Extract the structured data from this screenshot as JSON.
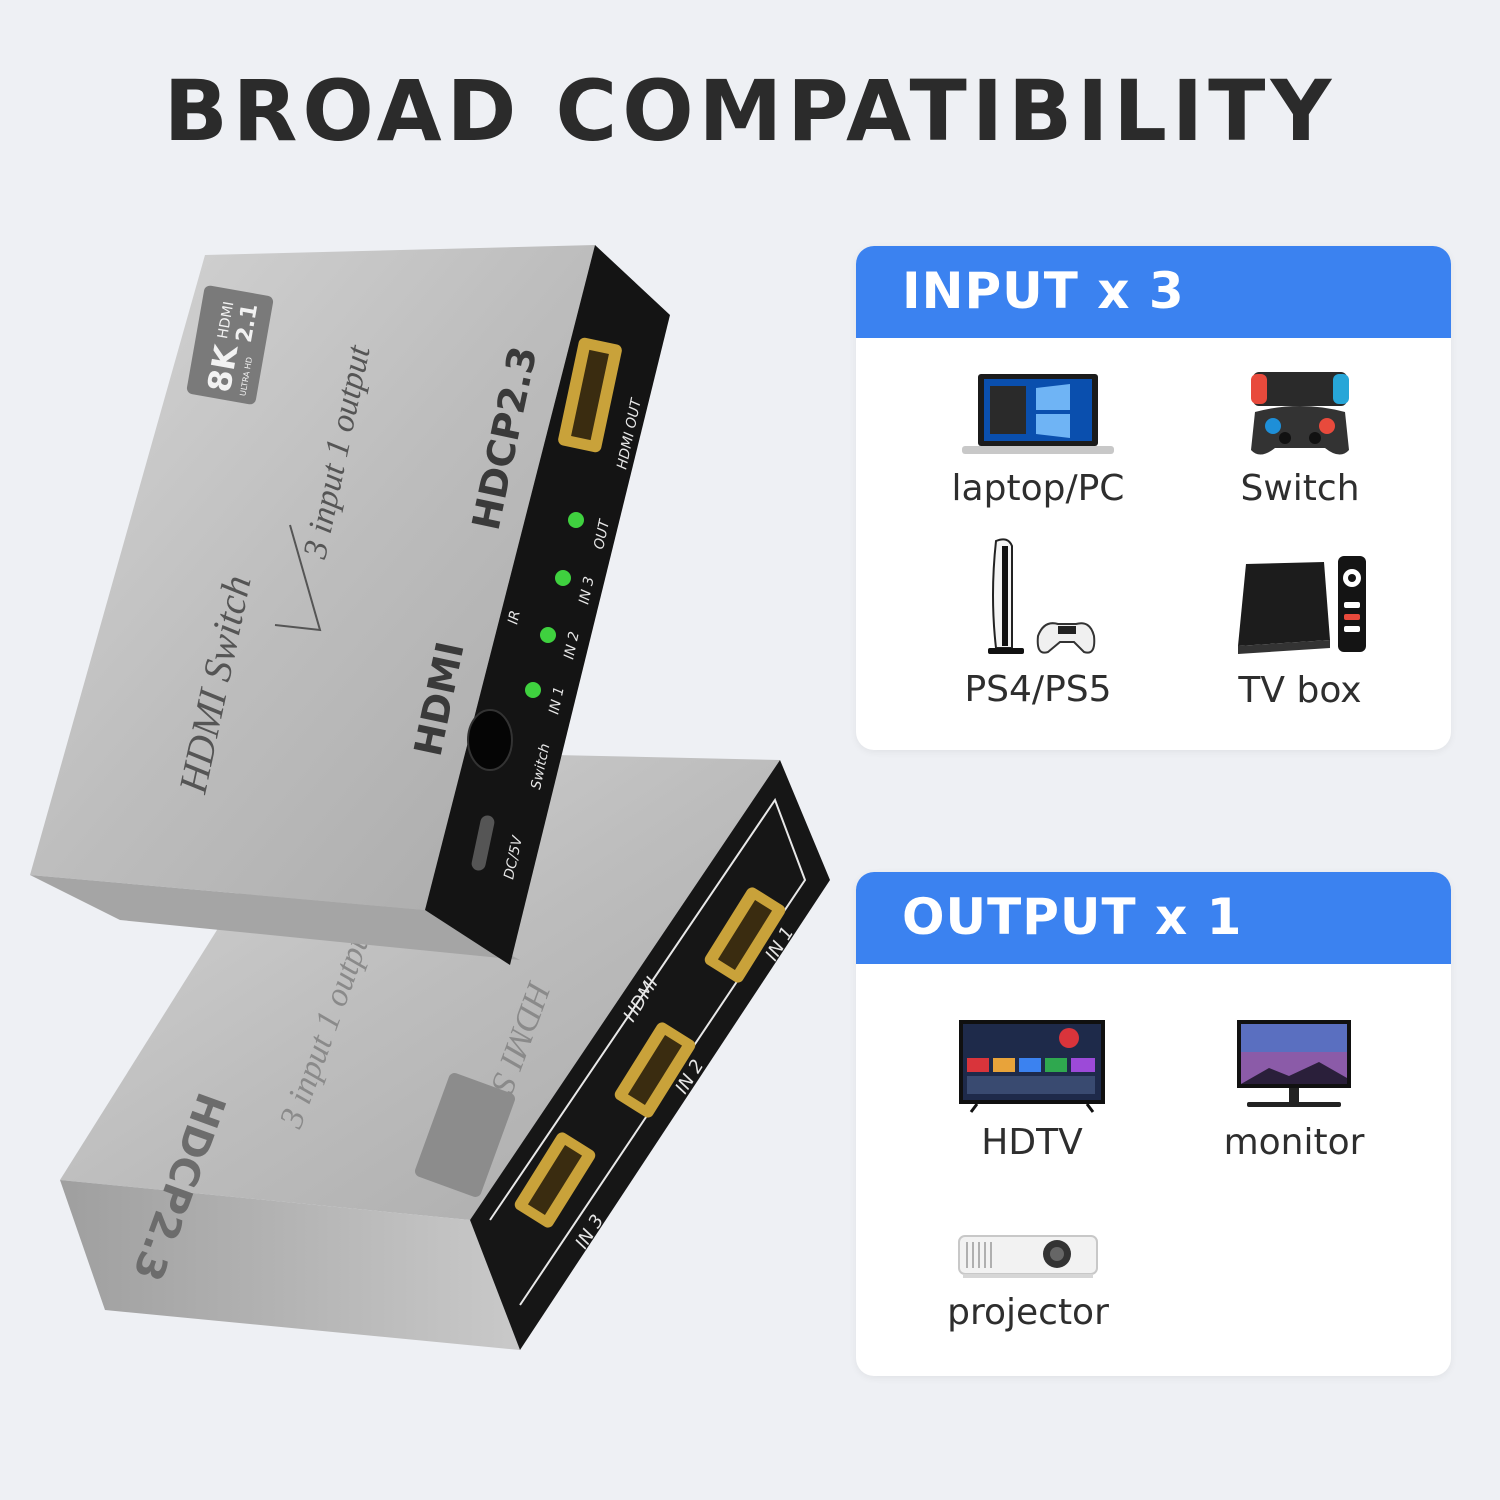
{
  "headline": "BROAD COMPATIBILITY",
  "product": {
    "top_unit": {
      "badge_big": "8K",
      "badge_small": "ULTRA HD",
      "badge_hdmi": "HDMI",
      "badge_ver": "2.1",
      "name": "HDMI Switch",
      "tagline": "3 input 1 output",
      "hdcp": "HDCP2.3",
      "hdmi_logo": "HDMI",
      "port_out": "HDMI OUT",
      "led_out": "OUT",
      "led_in3": "IN 3",
      "led_in2": "IN 2",
      "led_in1": "IN 1",
      "ir": "IR",
      "switch": "Switch",
      "power": "DC/5V"
    },
    "bottom_unit": {
      "hdcp": "HDCP2.3",
      "tagline": "3 input 1 output",
      "name": "HDMI Switch",
      "hdmi_logo": "HDMI",
      "in1": "IN 1",
      "in2": "IN 2",
      "in3": "IN 3"
    }
  },
  "input_panel": {
    "title": "INPUT x 3",
    "devices": [
      {
        "label": "laptop/PC",
        "icon": "laptop-icon"
      },
      {
        "label": "Switch",
        "icon": "game-console-icon"
      },
      {
        "label": "PS4/PS5",
        "icon": "playstation-icon"
      },
      {
        "label": "TV box",
        "icon": "tv-box-icon"
      }
    ]
  },
  "output_panel": {
    "title": "OUTPUT x 1",
    "devices": [
      {
        "label": "HDTV",
        "icon": "tv-icon"
      },
      {
        "label": "monitor",
        "icon": "monitor-icon"
      },
      {
        "label": "projector",
        "icon": "projector-icon"
      }
    ]
  },
  "colors": {
    "accent": "#3b82f0",
    "text": "#2b2b2b",
    "background": "#eef0f4",
    "aluminum": "#b9b9b9",
    "led": "#3fd13f"
  }
}
